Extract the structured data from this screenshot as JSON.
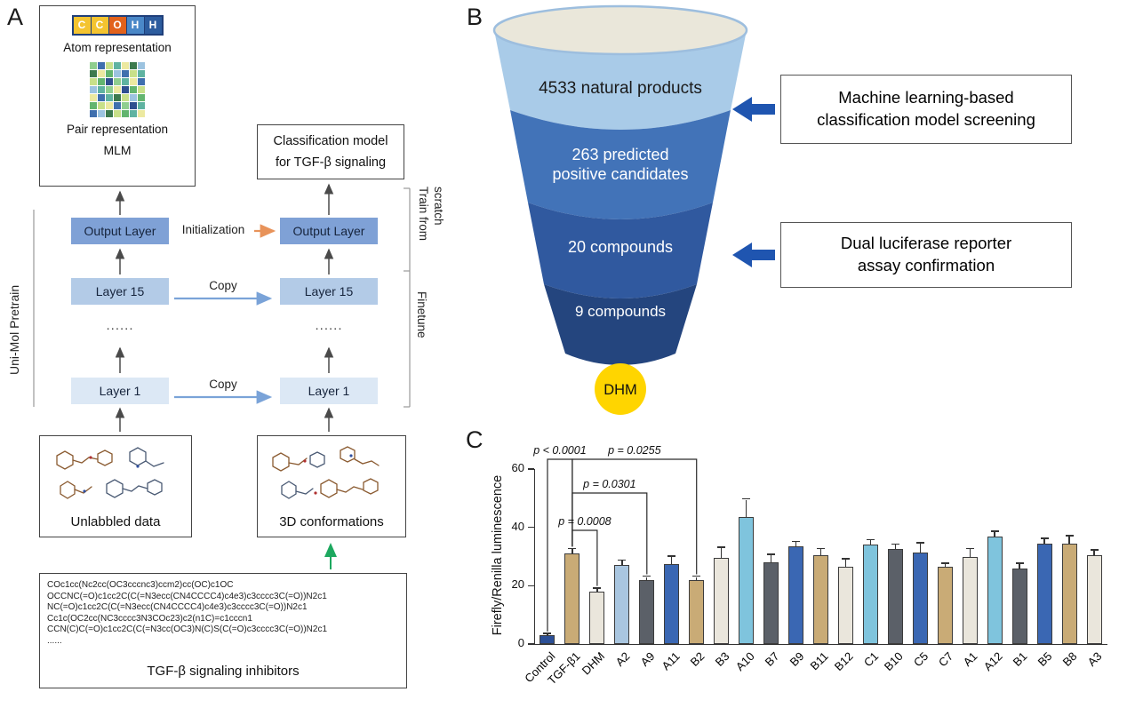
{
  "panel_a": {
    "label": "A",
    "atom_blocks": [
      {
        "symbol": "C",
        "color": "#f4c430"
      },
      {
        "symbol": "C",
        "color": "#f4c430"
      },
      {
        "symbol": "O",
        "color": "#e2621c"
      },
      {
        "symbol": "H",
        "color": "#4a88c8"
      },
      {
        "symbol": "H",
        "color": "#2c5c9e"
      }
    ],
    "atom_repr_label": "Atom representation",
    "pair_repr_label": "Pair representation",
    "mlm_label": "MLM",
    "pair_grid_colors": [
      "#8fce8f",
      "#3f6fae",
      "#c8e089",
      "#5fb3a1",
      "#ece9a0",
      "#3c7a4e",
      "#9cc3e0",
      "#3c7a4e",
      "#ece9a0",
      "#63b56f",
      "#9cc3e0",
      "#3f6fae",
      "#c8e089",
      "#5fb3a1",
      "#c8e089",
      "#63b56f",
      "#2f4f8f",
      "#8fce8f",
      "#5fb3a1",
      "#ece9a0",
      "#3f6fae",
      "#9cc3e0",
      "#5fb3a1",
      "#8fce8f",
      "#ece9a0",
      "#2f4f8f",
      "#63b56f",
      "#c8e089",
      "#ece9a0",
      "#3f6fae",
      "#5fb3a1",
      "#3c7a4e",
      "#c8e089",
      "#9cc3e0",
      "#63b56f",
      "#63b56f",
      "#c8e089",
      "#ece9a0",
      "#3f6fae",
      "#8fce8f",
      "#2f4f8f",
      "#5fb3a1",
      "#3f6fae",
      "#9cc3e0",
      "#3c7a4e",
      "#c8e089",
      "#63b56f",
      "#5fb3a1",
      "#ece9a0"
    ],
    "classification_lines": [
      "Classification model",
      "for TGF-β signaling"
    ],
    "pretrain_label": "Uni-Mol Pretrain",
    "train_scratch_label": "Train from scratch",
    "finetune_label": "Finetune",
    "initialization_label": "Initialization",
    "copy_label": "Copy",
    "stack": [
      {
        "label": "Output Layer",
        "color": "#7fa1d6"
      },
      {
        "label": "Layer 15",
        "color": "#b3cbe7"
      },
      {
        "label": "......",
        "color": null
      },
      {
        "label": "Layer 1",
        "color": "#dce8f5"
      }
    ],
    "unlabeled_label": "Unlabbled data",
    "conformations_label": "3D conformations",
    "smiles_lines": [
      "COc1cc(Nc2cc(OC3cccnc3)ccm2)cc(OC)c1OC",
      "OCCNC(=O)c1cc2C(C(=N3ecc(CN4CCCC4)c4e3)c3cccc3C(=O))N2c1",
      "NC(=O)c1cc2C(C(=N3ecc(CN4CCCC4)c4e3)c3cccc3C(=O))N2c1",
      "Cc1c(OC2cc(NC3cccc3N3COc23)c2(n1C)=c1cccn1",
      "CCN(C)C(=O)c1cc2C(C(=N3cc(OC3)N(C)S(C(=O)c3cccc3C(=O))N2c1",
      "......"
    ],
    "inhibitors_label": "TGF-β signaling inhibitors"
  },
  "panel_b": {
    "label": "B",
    "funnel_bands": [
      {
        "lines": [
          "4533  natural products"
        ],
        "color": "#a9cbe8",
        "text_color": "#1a1a1a"
      },
      {
        "lines": [
          "263 predicted",
          "positive candidates"
        ],
        "color": "#4273b8",
        "text_color": "#ffffff"
      },
      {
        "lines": [
          "20 compounds"
        ],
        "color": "#30599f",
        "text_color": "#ffffff"
      },
      {
        "lines": [
          "9 compounds"
        ],
        "color": "#24457e",
        "text_color": "#ffffff"
      }
    ],
    "dhm_label": "DHM",
    "dhm_color": "#ffd500",
    "arrow_color": "#1f55b0",
    "callout_1_lines": [
      "Machine learning-based",
      "classification model screening"
    ],
    "callout_2_lines": [
      "Dual luciferase reporter",
      "assay confirmation"
    ]
  },
  "panel_c": {
    "label": "C",
    "chart_data": {
      "type": "bar",
      "title": "",
      "xlabel": "",
      "ylabel": "Firefly/Renilla luminescence",
      "ylim": [
        0,
        60
      ],
      "yticks": [
        0,
        20,
        40,
        60
      ],
      "grid": false,
      "categories": [
        "Control",
        "TGF-β1",
        "DHM",
        "A2",
        "A9",
        "A11",
        "B2",
        "B3",
        "A10",
        "B7",
        "B9",
        "B11",
        "B12",
        "C1",
        "B10",
        "C5",
        "C7",
        "A1",
        "A12",
        "B1",
        "B5",
        "B8",
        "A3"
      ],
      "values": [
        3,
        31,
        18,
        27,
        22,
        27.5,
        22,
        29.5,
        43.5,
        28,
        33.5,
        30.5,
        26.5,
        34,
        32.5,
        31.5,
        26.5,
        30,
        37,
        26,
        34.5,
        34.5,
        30.5
      ],
      "errors": [
        0.4,
        1.5,
        1,
        1.5,
        1,
        2.5,
        1,
        3.5,
        6,
        2.5,
        1.5,
        2,
        2.5,
        1.5,
        1.5,
        3,
        1,
        2.5,
        1.5,
        1.5,
        1.5,
        2.5,
        1.5
      ],
      "bar_colors": [
        "#2b4f96",
        "#c9ab76",
        "#eae6dc",
        "#a9c6e0",
        "#5b6068",
        "#3a67b3",
        "#c9ab76",
        "#eae6dc",
        "#7fc4dd",
        "#5b6068",
        "#3a67b3",
        "#c9ab76",
        "#eae6dc",
        "#7fc4dd",
        "#5b6068",
        "#3a67b3",
        "#c9ab76",
        "#eae6dc",
        "#7fc4dd",
        "#5b6068",
        "#3a67b3",
        "#c9ab76",
        "#eae6dc"
      ],
      "annotations": [
        {
          "text": "p < 0.0001",
          "from": 0,
          "to": 1,
          "level": 0
        },
        {
          "text": "p = 0.0255",
          "from": 1,
          "to": 6,
          "level": 0
        },
        {
          "text": "p = 0.0301",
          "from": 1,
          "to": 4,
          "level": 1
        },
        {
          "text": "p = 0.0008",
          "from": 1,
          "to": 2,
          "level": 2
        }
      ]
    }
  }
}
